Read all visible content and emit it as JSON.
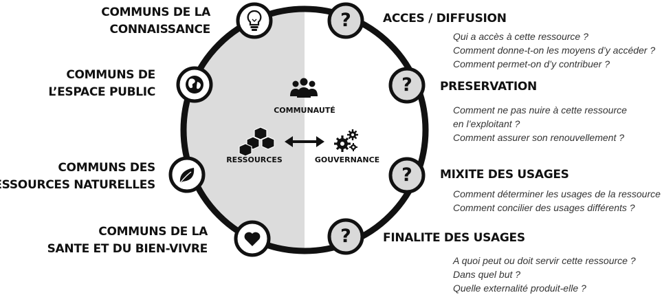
{
  "left_categories": [
    {
      "lines": [
        "COMMUNS DE LA",
        "CONNAISSANCE"
      ],
      "icon": "lightbulb-icon"
    },
    {
      "lines": [
        "COMMUNS DE",
        "L’ESPACE PUBLIC"
      ],
      "icon": "globe-icon"
    },
    {
      "lines": [
        "COMMUNS DES",
        "RESSOURCES NATURELLES"
      ],
      "icon": "leaf-icon"
    },
    {
      "lines": [
        "COMMUNS DE LA",
        "SANTE ET DU BIEN-VIVRE"
      ],
      "icon": "heart-icon"
    }
  ],
  "right_dimensions": [
    {
      "title": "ACCES / DIFFUSION",
      "icon": "question-icon",
      "questions": [
        "Qui a accès à cette ressource ?",
        "Comment donne-t-on les moyens d’y accéder ?",
        "Comment permet-on d’y contribuer ?"
      ]
    },
    {
      "title": "PRESERVATION",
      "icon": "question-icon",
      "questions": [
        "Comment ne pas nuire à cette ressource",
        "en l’exploitant ?",
        "Comment assurer son renouvellement ?"
      ]
    },
    {
      "title": "MIXITE DES USAGES",
      "icon": "question-icon",
      "questions": [
        "Comment déterminer les usages de la ressource ?",
        "Comment concilier des usages différents ?"
      ]
    },
    {
      "title": "FINALITE DES USAGES",
      "icon": "question-icon",
      "questions": [
        "A quoi peut ou doit servir cette ressource ?",
        "Dans quel but ?",
        "Quelle externalité produit-elle ?"
      ]
    }
  ],
  "center": {
    "community": "COMMUNAUTÉ",
    "resources": "RESSOURCES",
    "governance": "GOUVERNANCE",
    "question_mark": "?"
  },
  "colors": {
    "ring": "#111111",
    "left_fill": "#dcdcdc",
    "question_fill": "#d9d9d9"
  }
}
